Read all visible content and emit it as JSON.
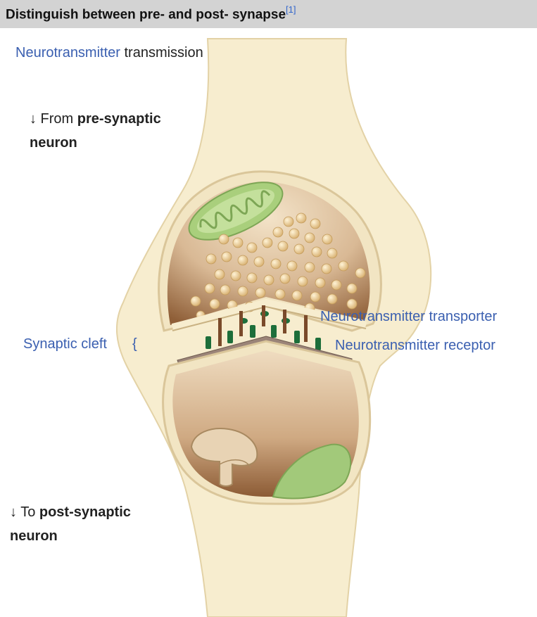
{
  "header": {
    "title": "Distinguish between pre- and post- synapse",
    "ref": "[1]"
  },
  "labels": {
    "transmission_link": "Neurotransmitter",
    "transmission_text": " transmission",
    "from_arrow": "↓ From ",
    "from_bold_1": "pre-synaptic",
    "from_bold_2": "neuron",
    "cleft": "Synaptic cleft",
    "cleft_brace": "{",
    "transporter": "Neurotransmitter transporter",
    "receptor": "Neurotransmitter receptor",
    "to_arrow": "↓ To ",
    "to_bold_1": "post-synaptic",
    "to_bold_2": "neuron"
  },
  "colors": {
    "neuron_body": "#f7edcf",
    "neuron_outline": "#e0cc9c",
    "interior_light": "#e9d4b8",
    "interior_dark": "#8a5a33",
    "vesicle": "#e6c485",
    "mitochondrion": "#9ac46c",
    "receptor": "#1b6b37",
    "link_blue": "#3a5fb0"
  }
}
